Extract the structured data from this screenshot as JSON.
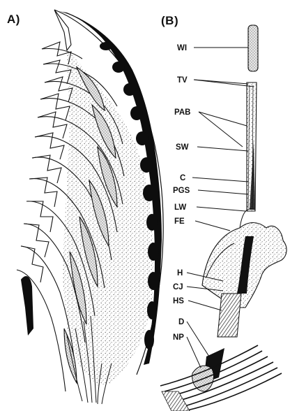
{
  "panels": {
    "a": {
      "label": "A)"
    },
    "b": {
      "label": "(B)",
      "structures": [
        "WI",
        "TV",
        "PAB",
        "SW",
        "C",
        "PGS",
        "LW",
        "FE",
        "H",
        "CJ",
        "HS",
        "D",
        "NP"
      ]
    }
  },
  "colors": {
    "ink": "#111111",
    "stipple": "#8a8a8a",
    "background": "#ffffff"
  }
}
